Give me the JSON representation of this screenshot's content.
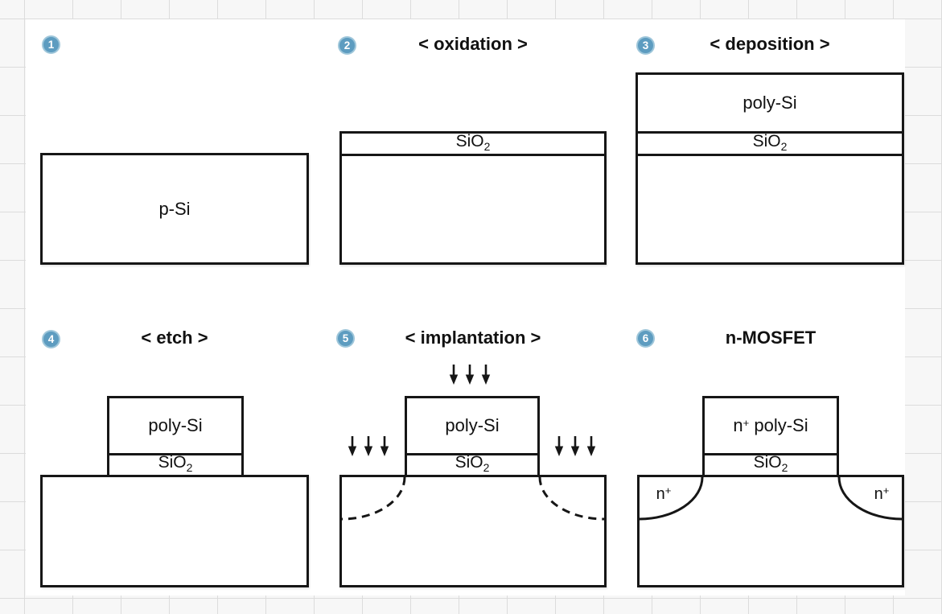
{
  "colors": {
    "page_background": "#f7f7f7",
    "grid_line": "#dcdcdc",
    "slide_background": "#ffffff",
    "outline": "#161616",
    "badge_blue": "#5d9cc0",
    "badge_ring": "#9ec6da",
    "badge_number": "#ffffff"
  },
  "steps": [
    {
      "number": "1",
      "title": "",
      "labels": {
        "substrate": "p-Si"
      }
    },
    {
      "number": "2",
      "title": "< oxidation >",
      "labels": {
        "oxide_base": "SiO",
        "oxide_sub": "2"
      }
    },
    {
      "number": "3",
      "title": "< deposition >",
      "labels": {
        "poly": "poly-Si",
        "oxide_base": "SiO",
        "oxide_sub": "2"
      }
    },
    {
      "number": "4",
      "title": "< etch >",
      "labels": {
        "poly": "poly-Si",
        "oxide_base": "SiO",
        "oxide_sub": "2"
      }
    },
    {
      "number": "5",
      "title": "< implantation >",
      "labels": {
        "poly": "poly-Si",
        "oxide_base": "SiO",
        "oxide_sub": "2"
      }
    },
    {
      "number": "6",
      "title": "n-MOSFET",
      "labels": {
        "gate_base": "n",
        "gate_sup": "+",
        "gate_rest": " poly-Si",
        "oxide_base": "SiO",
        "oxide_sub": "2",
        "source_base": "n",
        "source_sup": "+",
        "drain_base": "n",
        "drain_sup": "+"
      }
    }
  ]
}
